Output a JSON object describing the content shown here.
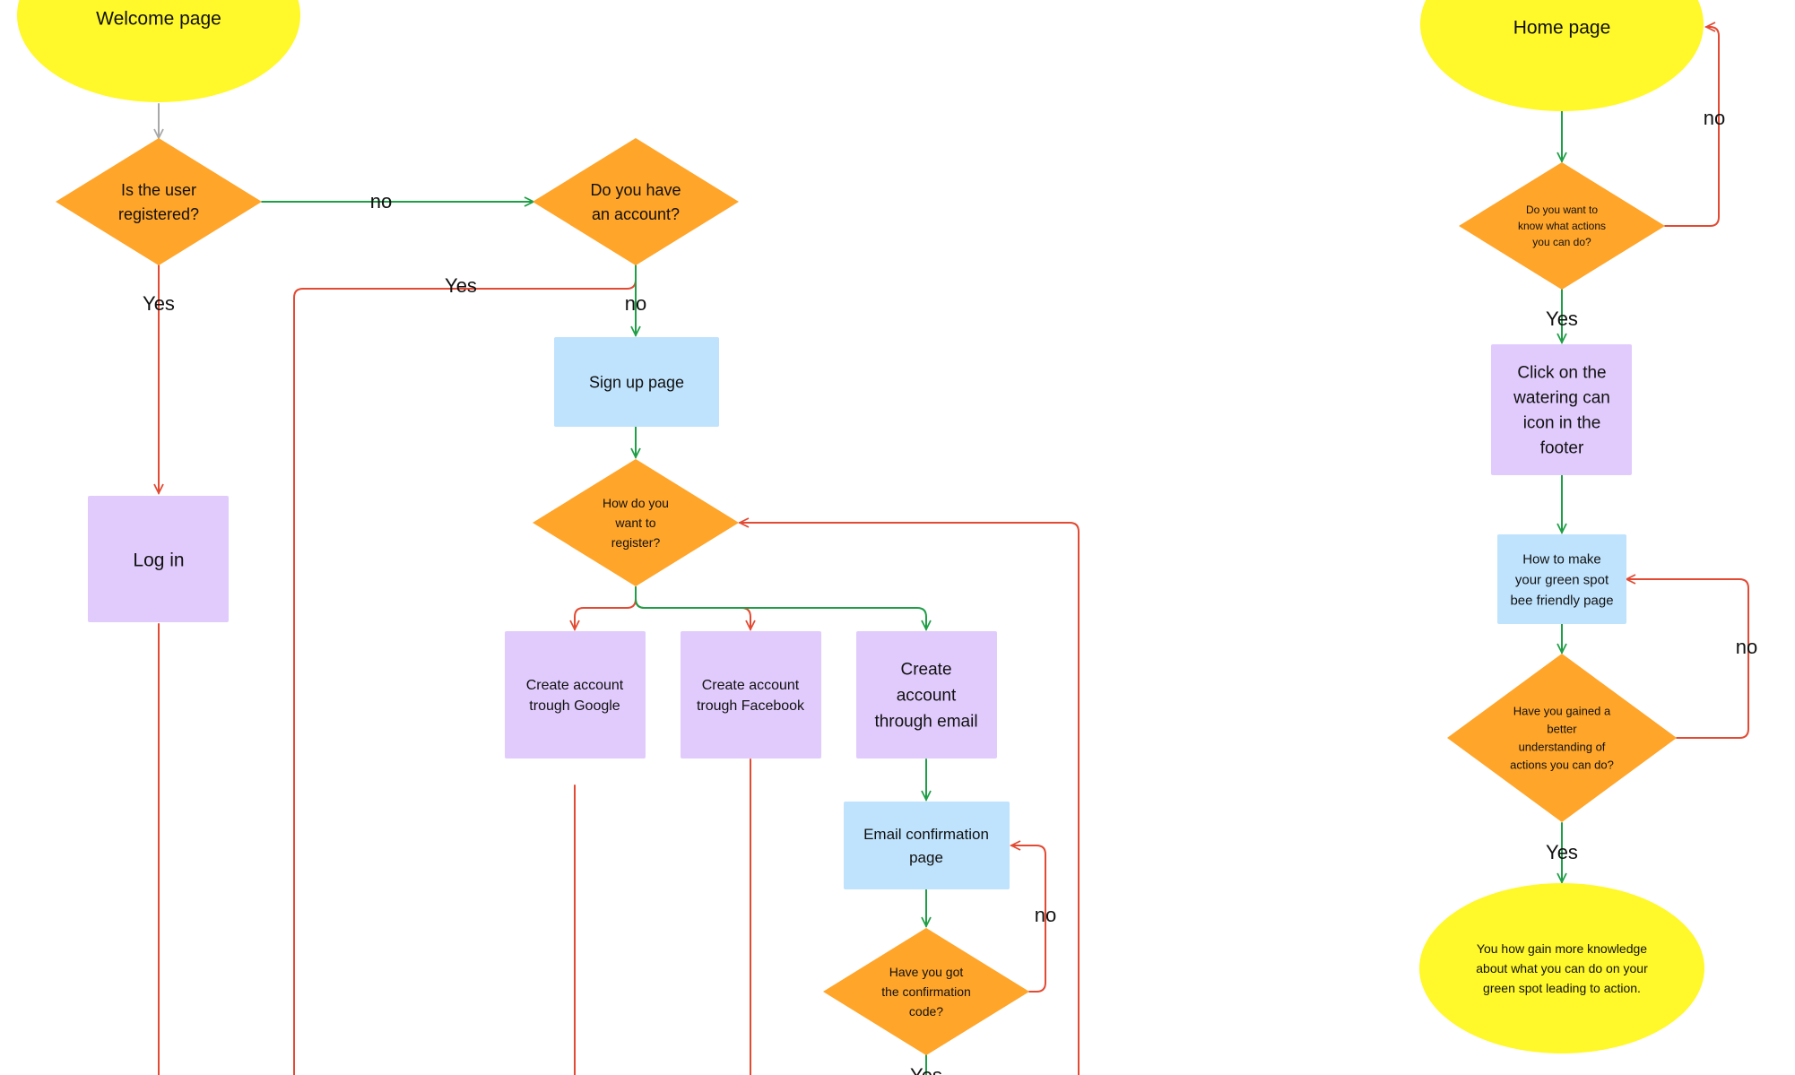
{
  "colors": {
    "terminal": "#fff82a",
    "decision": "#ffa52a",
    "action": "#e1cbfd",
    "page": "#bfe3fd",
    "green_arrow": "#1f9e47",
    "red_arrow": "#e24a33",
    "gray_arrow": "#a8a8a8"
  },
  "nodes": {
    "welcome": [
      "Welcome page"
    ],
    "registered": [
      "Is the user",
      "registered?"
    ],
    "have_account": [
      "Do you have",
      "an account?"
    ],
    "sign_up": [
      "Sign up page"
    ],
    "log_in": [
      "Log in"
    ],
    "how_register": [
      "How do you",
      "want to",
      "register?"
    ],
    "google": [
      "Create account",
      "trough Google"
    ],
    "facebook": [
      "Create account",
      "trough Facebook"
    ],
    "email": [
      "Create",
      "account",
      "through email"
    ],
    "email_confirm": [
      "Email confirmation",
      "page"
    ],
    "got_code": [
      "Have you got",
      "the confirmation",
      "code?"
    ],
    "home": [
      "Home page"
    ],
    "know_actions": [
      "Do you want to",
      "know what actions",
      "you can do?"
    ],
    "watering_can": [
      "Click on the",
      "watering can",
      "icon in the",
      "footer"
    ],
    "bee_page": [
      "How to make",
      "your green spot",
      "bee friendly page"
    ],
    "gained": [
      "Have you gained a",
      "better",
      "understanding of",
      "actions you can do?"
    ],
    "knowledge": [
      "You how gain more knowledge",
      "about what you can do on your",
      "green spot leading to action."
    ]
  },
  "labels": {
    "registered_no": "no",
    "registered_yes": "Yes",
    "account_yes": "Yes",
    "account_no": "no",
    "code_no": "no",
    "code_yes": "Yes",
    "home_no": "no",
    "know_yes": "Yes",
    "gained_no": "no",
    "gained_yes": "Yes"
  }
}
